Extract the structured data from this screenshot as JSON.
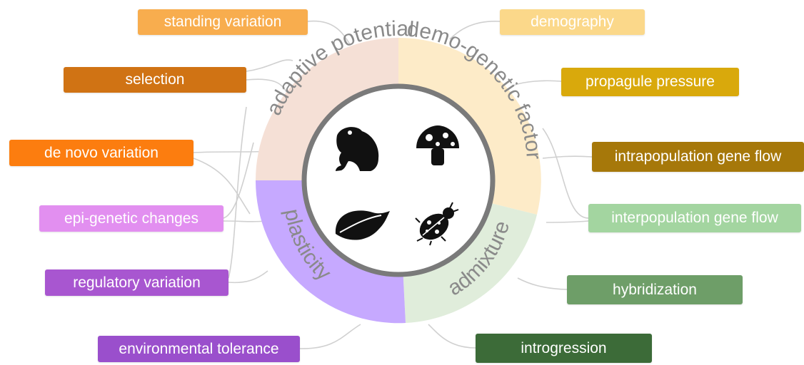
{
  "ring_sectors": [
    {
      "id": "adaptive",
      "label": "adaptive potential",
      "color": "#f5e0d6"
    },
    {
      "id": "demogen",
      "label": "demo-genetic factors",
      "color": "#fdebc8"
    },
    {
      "id": "admixture",
      "label": "admixture",
      "color": "#e0eddb"
    },
    {
      "id": "plasticity",
      "label": "plasticity",
      "color": "#c6a9ff"
    }
  ],
  "icons": [
    "frog-icon",
    "mushroom-icon",
    "leaf-icon",
    "ladybug-icon"
  ],
  "left_labels": {
    "standing": {
      "text": "standing variation",
      "color": "#f8ad4e"
    },
    "selection": {
      "text": "selection",
      "color": "#d07314"
    },
    "denovo": {
      "text": "de novo variation",
      "color": "#fc7d0f"
    },
    "epi": {
      "text": "epi-genetic changes",
      "color": "#e28ff0"
    },
    "regulatory": {
      "text": "regulatory variation",
      "color": "#a856d0"
    },
    "env": {
      "text": "environmental tolerance",
      "color": "#9a4fcc"
    }
  },
  "right_labels": {
    "demography": {
      "text": "demography",
      "color": "#fbd88a"
    },
    "propagule": {
      "text": "propagule pressure",
      "color": "#d9a90c"
    },
    "intra": {
      "text": "intrapopulation gene flow",
      "color": "#a6780a"
    },
    "inter": {
      "text": "interpopulation gene flow",
      "color": "#a3d5a0"
    },
    "hybrid": {
      "text": "hybridization",
      "color": "#6e9e68"
    },
    "introg": {
      "text": "introgression",
      "color": "#3c6b38"
    }
  },
  "colors": {
    "ring_text": "#8a8a8a",
    "inner_ring": "#7a7a7a",
    "connector": "#d0d0d0",
    "icon_fill": "#111111"
  }
}
